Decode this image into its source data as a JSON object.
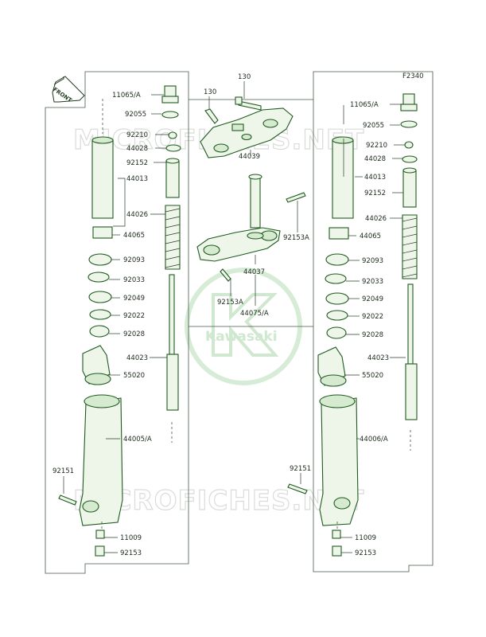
{
  "diagram_code": "F2340",
  "front_label": "FRONT",
  "logo_text": "Kawasaki",
  "watermarks": [
    "MICROFICHES.NET",
    "MICROFICHES.NET"
  ],
  "colors": {
    "part_outline": "#1f5a1f",
    "part_fill": "#eef6ea",
    "logo": "#cfe8cf",
    "watermark": "#d9dcd9"
  },
  "center_labels": {
    "bolt_130": "130",
    "bracket_44039": "44039",
    "stem_44037": "44037",
    "bolt_92153a_right": "92153A",
    "bolt_92153a_left": "92153A",
    "assy_44075a": "44075/A"
  },
  "left_fork": {
    "labels": [
      "11065/A",
      "92055",
      "92210",
      "44028",
      "92152",
      "44013",
      "44026",
      "44065",
      "92093",
      "92033",
      "92049",
      "92022",
      "92028",
      "44023",
      "55020",
      "44005/A",
      "92151",
      "11009",
      "92153"
    ]
  },
  "right_fork": {
    "labels": [
      "11065/A",
      "92055",
      "92210",
      "44028",
      "44013",
      "92152",
      "44026",
      "44065",
      "92093",
      "92033",
      "92049",
      "92022",
      "92028",
      "44023",
      "55020",
      "44006/A",
      "92151",
      "11009",
      "92153"
    ]
  }
}
